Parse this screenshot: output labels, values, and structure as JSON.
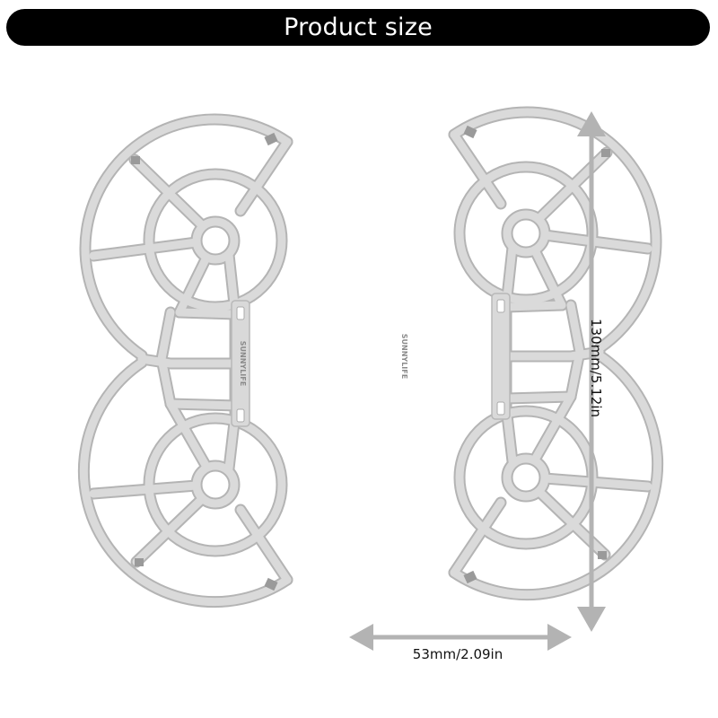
{
  "header": {
    "title": "Product size"
  },
  "product": {
    "name": "propeller-guard-pair",
    "brand_mark": "SUNNYLIFE",
    "color": "#d7d7d7",
    "outline_color": "#b9b9b9"
  },
  "dimensions": {
    "height_label": "130mm/5.12in",
    "width_label": "53mm/2.09in",
    "arrow_color": "#b3b3b3"
  }
}
